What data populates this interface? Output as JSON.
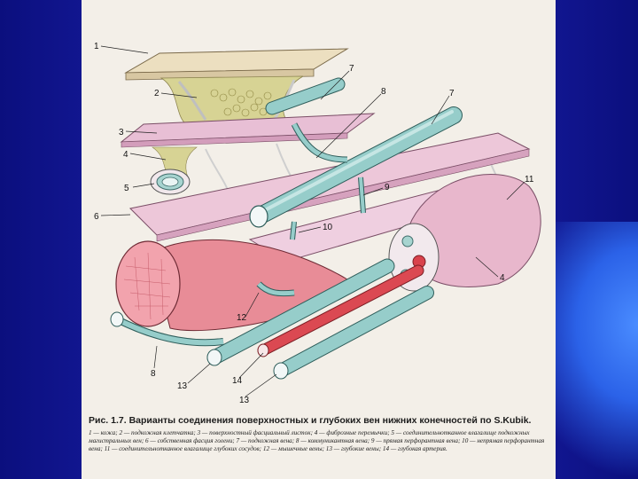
{
  "figure": {
    "callouts": [
      {
        "id": "c1",
        "text": "1"
      },
      {
        "id": "c2",
        "text": "2"
      },
      {
        "id": "c3",
        "text": "3"
      },
      {
        "id": "c4a",
        "text": "4"
      },
      {
        "id": "c5",
        "text": "5"
      },
      {
        "id": "c6",
        "text": "6"
      },
      {
        "id": "c7a",
        "text": "7"
      },
      {
        "id": "c8a",
        "text": "8"
      },
      {
        "id": "c7b",
        "text": "7"
      },
      {
        "id": "c9",
        "text": "9"
      },
      {
        "id": "c10",
        "text": "10"
      },
      {
        "id": "c11",
        "text": "11"
      },
      {
        "id": "c4b",
        "text": "4"
      },
      {
        "id": "c12",
        "text": "12"
      },
      {
        "id": "c8b",
        "text": "8"
      },
      {
        "id": "c13a",
        "text": "13"
      },
      {
        "id": "c14",
        "text": "14"
      },
      {
        "id": "c13b",
        "text": "13"
      }
    ]
  },
  "caption": {
    "title": "Рис. 1.7. Варианты соединения поверхностных и глубоких вен нижних конечностей по S.Kubik.",
    "legend": "1 — кожа; 2 — подкожная клетчатка; 3 — поверхностный фасциальный листок; 4 — фиброзные перемычки; 5 — соединительнотканное влагалище подкожных магистральных вен; 6 — собственная фасция голени; 7 — подкожная вена; 8 — коммуникантная вена; 9 — прямая перфорантная вена; 10 — непрямая перфорантная вена; 11 — соединительнотканное влагалище глубоких сосудов; 12 — мышечные вены; 13 — глубокие вены; 14 — глубокая артерия."
  },
  "colors": {
    "skin": "#e9dfc4",
    "fascia": "#e7b7cf",
    "muscle": "#e98d98",
    "vein": "#8cc8c6",
    "artery": "#d9424c"
  }
}
